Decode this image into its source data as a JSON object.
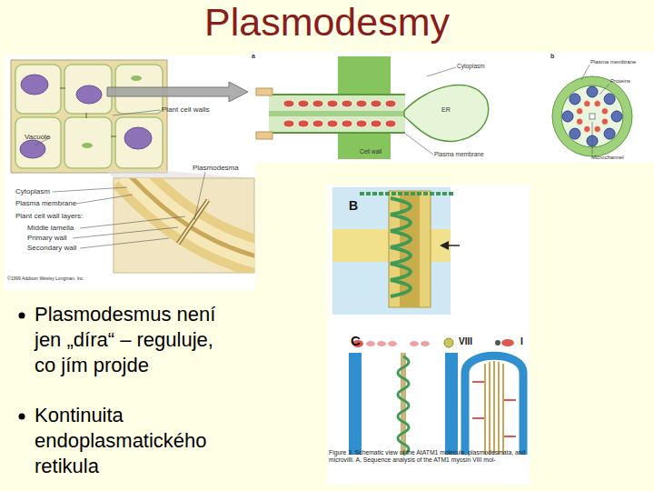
{
  "diagram": {
    "title": "Plasmodesmy",
    "labels": [
      "Plant cell walls",
      "Vacuole",
      "Plasmodesma",
      "Cytoplasm",
      "Plasma membrane",
      "Plant cell wall layers:",
      "Middle lamella",
      "Primary wall",
      "Secondary wall",
      "©1999 Addison Wesley Longman, Inc.",
      "a",
      "Cytoplasm",
      "ER",
      "Cell wall",
      "Plasma membrane",
      "b",
      "Plasma membrane",
      "Proteins",
      "Microchannel",
      "B",
      "C",
      "VIII",
      "I",
      "Figure 3. Schematic view of the AtATM1 molecule, plasmodesmata, and microvilli. A, Sequence analysis of the ATM1 myosin VIII mol-",
      "Plasmodesmus není jen „díra“ – reguluje, co jím projde",
      "Kontinuita endoplasmatického retikula"
    ]
  }
}
